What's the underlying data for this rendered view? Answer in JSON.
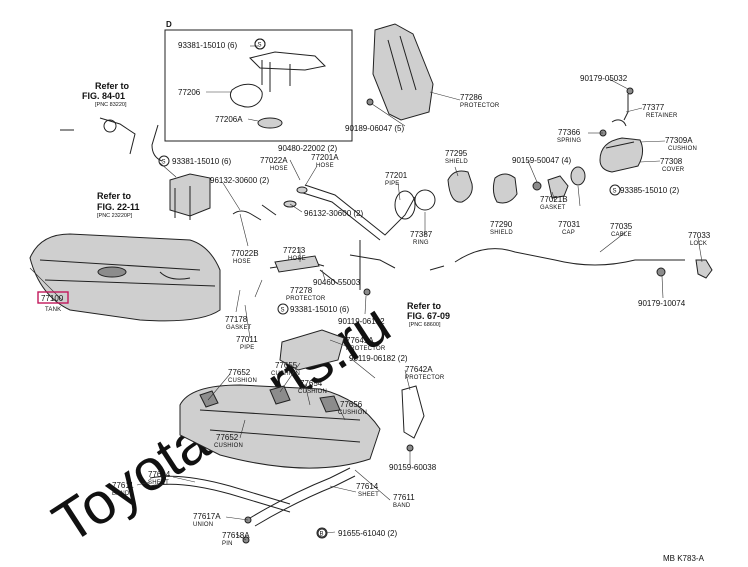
{
  "watermark": "Toyota-parts.ru",
  "section_label": "D",
  "footer_code": "MB  K783-A",
  "refs": [
    {
      "title": "Refer to",
      "fig": "FIG. 84-01",
      "pnc": "[PNC 83220]"
    },
    {
      "title": "Refer to",
      "fig": "FIG. 22-11",
      "pnc": "[PNC 23220P]"
    },
    {
      "title": "Refer to",
      "fig": "FIG. 67-09",
      "pnc": "[PNC 68600]"
    }
  ],
  "labels": [
    {
      "pn": "77100",
      "name": "TANK",
      "highlight": true
    },
    {
      "pn": "93381-15010 (6)"
    },
    {
      "pn": "77206"
    },
    {
      "pn": "77206A"
    },
    {
      "pn": "77286",
      "name": "PROTECTOR"
    },
    {
      "pn": "90189-06047 (5)"
    },
    {
      "pn": "90179-05032"
    },
    {
      "pn": "77377",
      "name": "RETAINER"
    },
    {
      "pn": "77366",
      "name": "SPRING"
    },
    {
      "pn": "77309A",
      "name": "CUSHION"
    },
    {
      "pn": "77308",
      "name": "COVER"
    },
    {
      "pn": "93385-15010 (2)"
    },
    {
      "pn": "93381-15010 (6)"
    },
    {
      "pn": "77022A",
      "name": "HOSE"
    },
    {
      "pn": "90480-22002 (2)"
    },
    {
      "pn": "77201A",
      "name": "HOSE"
    },
    {
      "pn": "96132-30600 (2)"
    },
    {
      "pn": "96132-30600 (2)"
    },
    {
      "pn": "77201",
      "name": "PIPE"
    },
    {
      "pn": "77295",
      "name": "SHIELD"
    },
    {
      "pn": "90159-50047 (4)"
    },
    {
      "pn": "77021B",
      "name": "GASKET"
    },
    {
      "pn": "77290",
      "name": "SHIELD"
    },
    {
      "pn": "77031",
      "name": "CAP"
    },
    {
      "pn": "77035",
      "name": "CABLE"
    },
    {
      "pn": "77033",
      "name": "LOCK"
    },
    {
      "pn": "77022B",
      "name": "HOSE"
    },
    {
      "pn": "77213",
      "name": "HOSE"
    },
    {
      "pn": "77387",
      "name": "RING"
    },
    {
      "pn": "90460-55003"
    },
    {
      "pn": "77278",
      "name": "PROTECTOR"
    },
    {
      "pn": "93381-15010 (6)"
    },
    {
      "pn": "90119-06182"
    },
    {
      "pn": "90179-10074"
    },
    {
      "pn": "77178",
      "name": "GASKET"
    },
    {
      "pn": "77011",
      "name": "PIPE"
    },
    {
      "pn": "77641A",
      "name": "PROTECTOR"
    },
    {
      "pn": "90119-06182 (2)"
    },
    {
      "pn": "77652",
      "name": "CUSHION"
    },
    {
      "pn": "77655",
      "name": "CUSHION"
    },
    {
      "pn": "77654",
      "name": "CUSHION"
    },
    {
      "pn": "77656",
      "name": "CUSHION"
    },
    {
      "pn": "77642A",
      "name": "PROTECTOR"
    },
    {
      "pn": "77652",
      "name": "CUSHION"
    },
    {
      "pn": "90159-60038"
    },
    {
      "pn": "77611",
      "name": "BAND"
    },
    {
      "pn": "77614",
      "name": "SHEET"
    },
    {
      "pn": "77614",
      "name": "SHEET"
    },
    {
      "pn": "77611",
      "name": "BAND"
    },
    {
      "pn": "77617A",
      "name": "UNION"
    },
    {
      "pn": "77618A",
      "name": "PIN"
    },
    {
      "pn": "91655-61040 (2)"
    }
  ]
}
